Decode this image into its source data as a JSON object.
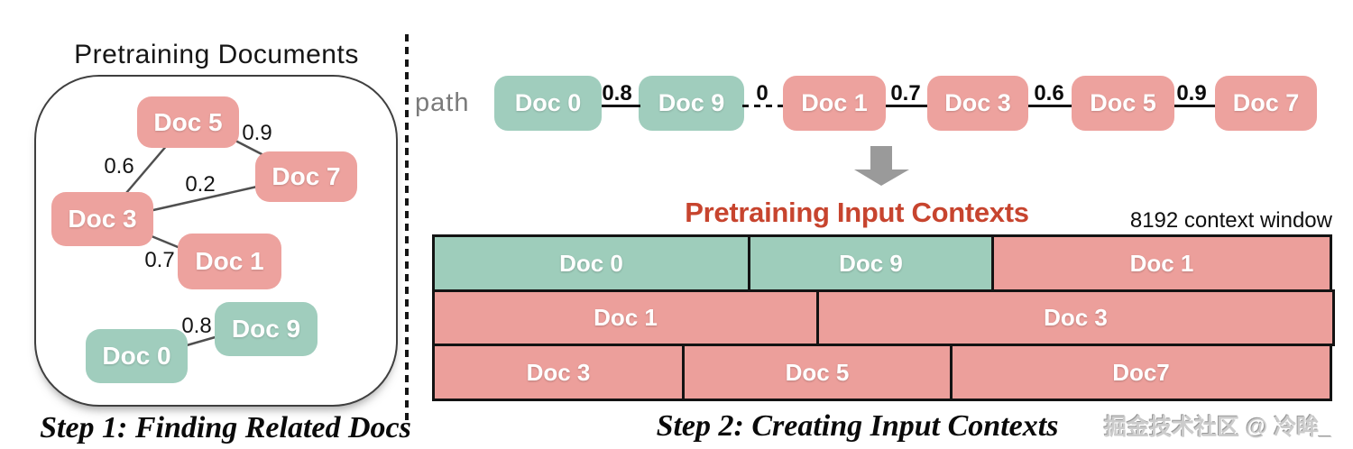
{
  "step1": {
    "title": "Pretraining Documents",
    "caption": "Step 1: Finding Related Docs",
    "nodes": [
      {
        "label": "Doc 5",
        "color": "pink"
      },
      {
        "label": "Doc 7",
        "color": "pink"
      },
      {
        "label": "Doc 3",
        "color": "pink"
      },
      {
        "label": "Doc 1",
        "color": "pink"
      },
      {
        "label": "Doc 9",
        "color": "green"
      },
      {
        "label": "Doc 0",
        "color": "green"
      }
    ],
    "edges": [
      {
        "from": "Doc 5",
        "to": "Doc 7",
        "weight": "0.9"
      },
      {
        "from": "Doc 3",
        "to": "Doc 5",
        "weight": "0.6"
      },
      {
        "from": "Doc 3",
        "to": "Doc 7",
        "weight": "0.2"
      },
      {
        "from": "Doc 3",
        "to": "Doc 1",
        "weight": "0.7"
      },
      {
        "from": "Doc 0",
        "to": "Doc 9",
        "weight": "0.8"
      }
    ]
  },
  "step2": {
    "path_label": "path",
    "caption": "Step 2: Creating Input Contexts",
    "contexts_title": "Pretraining Input Contexts",
    "context_window_label": "8192 context window",
    "path_boxes": [
      {
        "label": "Doc 0",
        "color": "green"
      },
      {
        "label": "Doc 9",
        "color": "green"
      },
      {
        "label": "Doc 1",
        "color": "pink"
      },
      {
        "label": "Doc 3",
        "color": "pink"
      },
      {
        "label": "Doc 5",
        "color": "pink"
      },
      {
        "label": "Doc 7",
        "color": "pink"
      }
    ],
    "path_edges": [
      {
        "weight": "0.8",
        "style": "solid"
      },
      {
        "weight": "0",
        "style": "dashed"
      },
      {
        "weight": "0.7",
        "style": "solid"
      },
      {
        "weight": "0.6",
        "style": "solid"
      },
      {
        "weight": "0.9",
        "style": "solid"
      }
    ],
    "context_rows": [
      [
        {
          "label": "Doc 0",
          "color": "green"
        },
        {
          "label": "Doc 9",
          "color": "green"
        },
        {
          "label": "Doc 1",
          "color": "pink"
        }
      ],
      [
        {
          "label": "Doc 1",
          "color": "pink"
        },
        {
          "label": "Doc 3",
          "color": "pink"
        }
      ],
      [
        {
          "label": "Doc 3",
          "color": "pink"
        },
        {
          "label": "Doc 5",
          "color": "pink"
        },
        {
          "label": "Doc7",
          "color": "pink"
        }
      ]
    ]
  },
  "watermark": "掘金技术社区 @ 冷眸_",
  "colors": {
    "doc_pink": "#eda29e",
    "doc_green": "#a0cdbd",
    "contexts_title_red": "#c7442e",
    "arrow_gray": "#9a9a9a",
    "path_label_gray": "#7a7a7a",
    "line_dark": "#141414"
  }
}
